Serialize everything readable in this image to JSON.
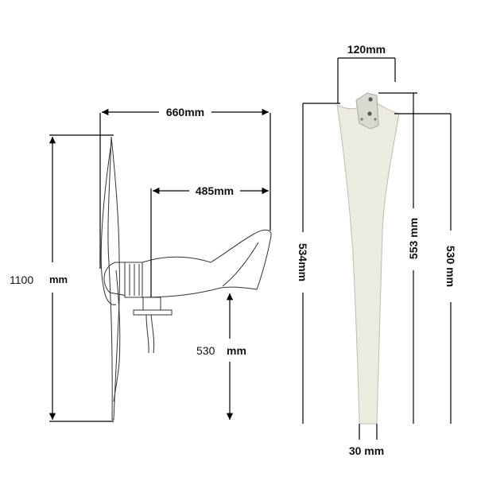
{
  "turbine": {
    "dimensions": {
      "total_height": {
        "value": "1100",
        "unit": "mm"
      },
      "width": {
        "value": "660mm"
      },
      "tail_length": {
        "value": "485mm"
      },
      "mount_height": {
        "value": "530",
        "unit": "mm"
      }
    }
  },
  "blade": {
    "dimensions": {
      "root_width": {
        "value": "120mm"
      },
      "length_outer": {
        "value": "534mm"
      },
      "length_middle": {
        "value": "553 mm"
      },
      "length_right": {
        "value": "530 mm"
      },
      "tip_width": {
        "value": "30 mm"
      }
    },
    "colors": {
      "fill": "#ebebdf",
      "mount": "#d9d9d2"
    }
  }
}
